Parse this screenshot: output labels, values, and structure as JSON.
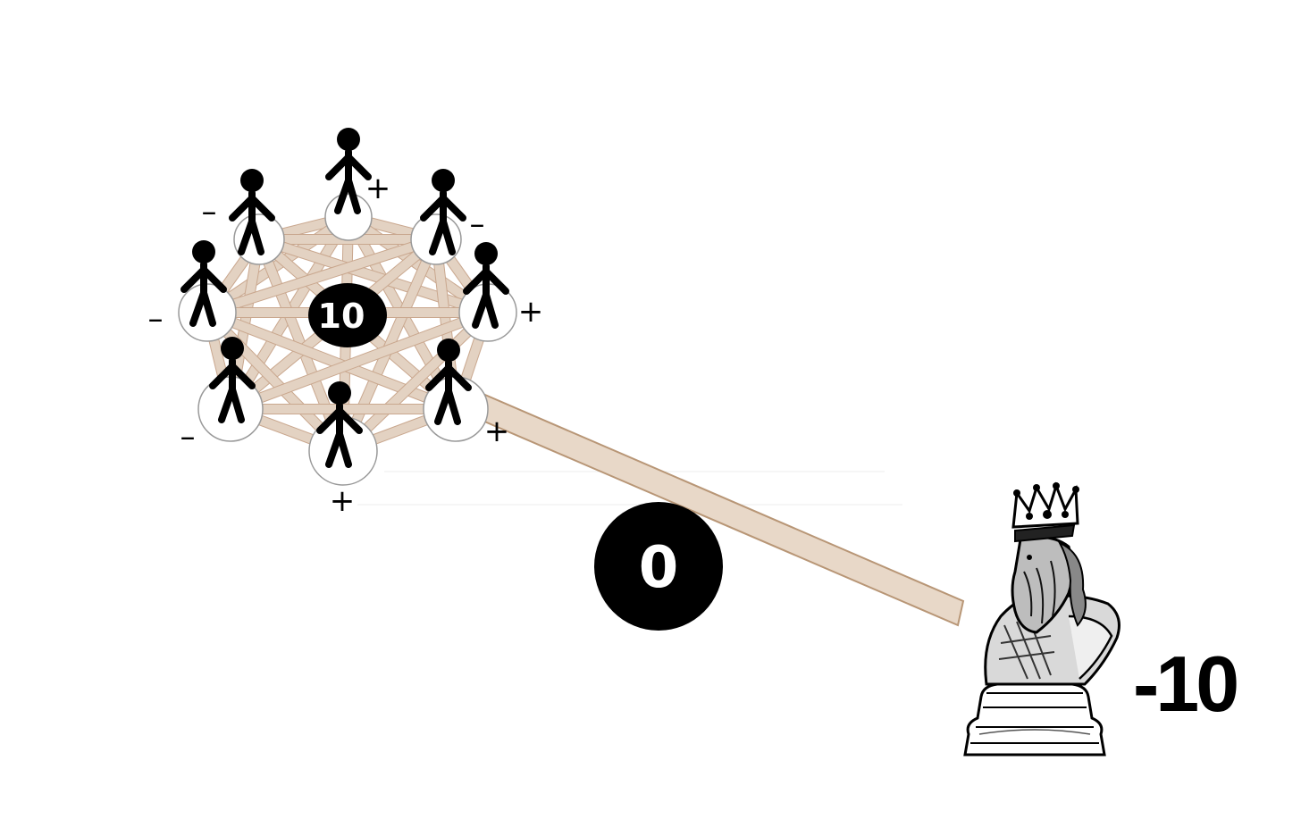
{
  "diagram": {
    "group": {
      "score": "10",
      "member_signs": [
        "+",
        "-",
        "-",
        "-",
        "+",
        "-",
        "+",
        "+"
      ],
      "link_color": "#e3d2c2",
      "link_edge_color": "#c9a78e"
    },
    "fulcrum": {
      "value": "0"
    },
    "king": {
      "value": "-10"
    },
    "lever_color": "#e8d8c8",
    "lever_edge_color": "#b89676"
  }
}
